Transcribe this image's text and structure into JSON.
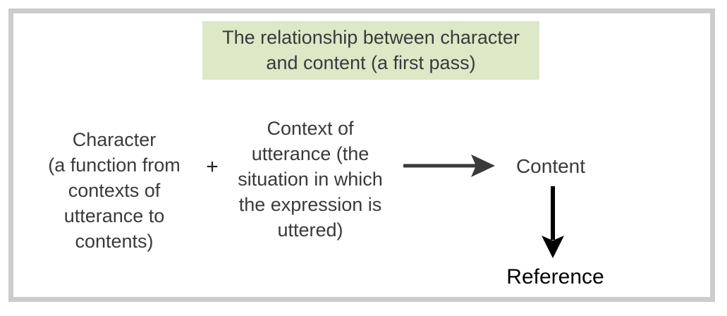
{
  "title_box": {
    "line1": "The relationship between character",
    "line2": "and content (a first pass)",
    "background_color": "#dce8c6",
    "text_color": "#3a3a3a"
  },
  "diagram": {
    "character": {
      "lines": [
        "Character",
        "(a function from",
        "contexts of",
        "utterance to",
        "contents)"
      ]
    },
    "plus_sign": "+",
    "context": {
      "lines": [
        "Context of",
        "utterance (the",
        "situation in which",
        "the expression is",
        "uttered)"
      ]
    },
    "content_label": "Content",
    "reference_label": "Reference",
    "horizontal_arrow_color": "#3a3a3a",
    "vertical_arrow_color": "#000000",
    "frame_border_color": "#cccccc"
  }
}
